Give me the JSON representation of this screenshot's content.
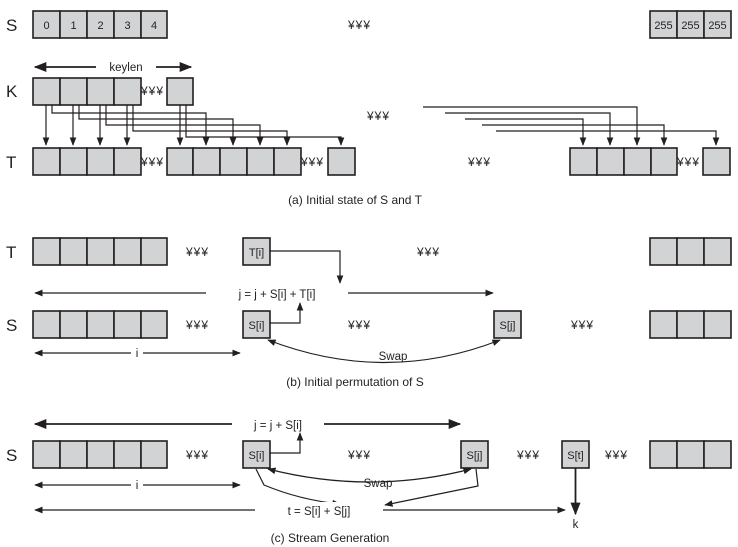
{
  "ellipsis": "¥¥¥",
  "section_a": {
    "caption": "(a) Initial state of S and T",
    "row_s_label": "S",
    "row_k_label": "K",
    "row_t_label": "T",
    "s_first_cells": [
      "0",
      "1",
      "2",
      "3",
      "4"
    ],
    "s_last_cells": [
      "255",
      "255",
      "255"
    ],
    "keylen_label": "keylen"
  },
  "section_b": {
    "caption": "(b) Initial permutation of S",
    "row_t_label": "T",
    "row_s_label": "S",
    "t_i_label": "T[i]",
    "s_i_label": "S[i]",
    "s_j_label": "S[j]",
    "formula": "j = j + S[i] + T[i]",
    "swap_label": "Swap",
    "i_label": "i"
  },
  "section_c": {
    "caption": "(c) Stream Generation",
    "row_s_label": "S",
    "s_i_label": "S[i]",
    "s_j_label": "S[j]",
    "s_t_label": "S[t]",
    "formula_j": "j = j + S[i]",
    "formula_t": "t = S[i] + S[j]",
    "swap_label": "Swap",
    "i_label": "i",
    "k_label": "k"
  }
}
